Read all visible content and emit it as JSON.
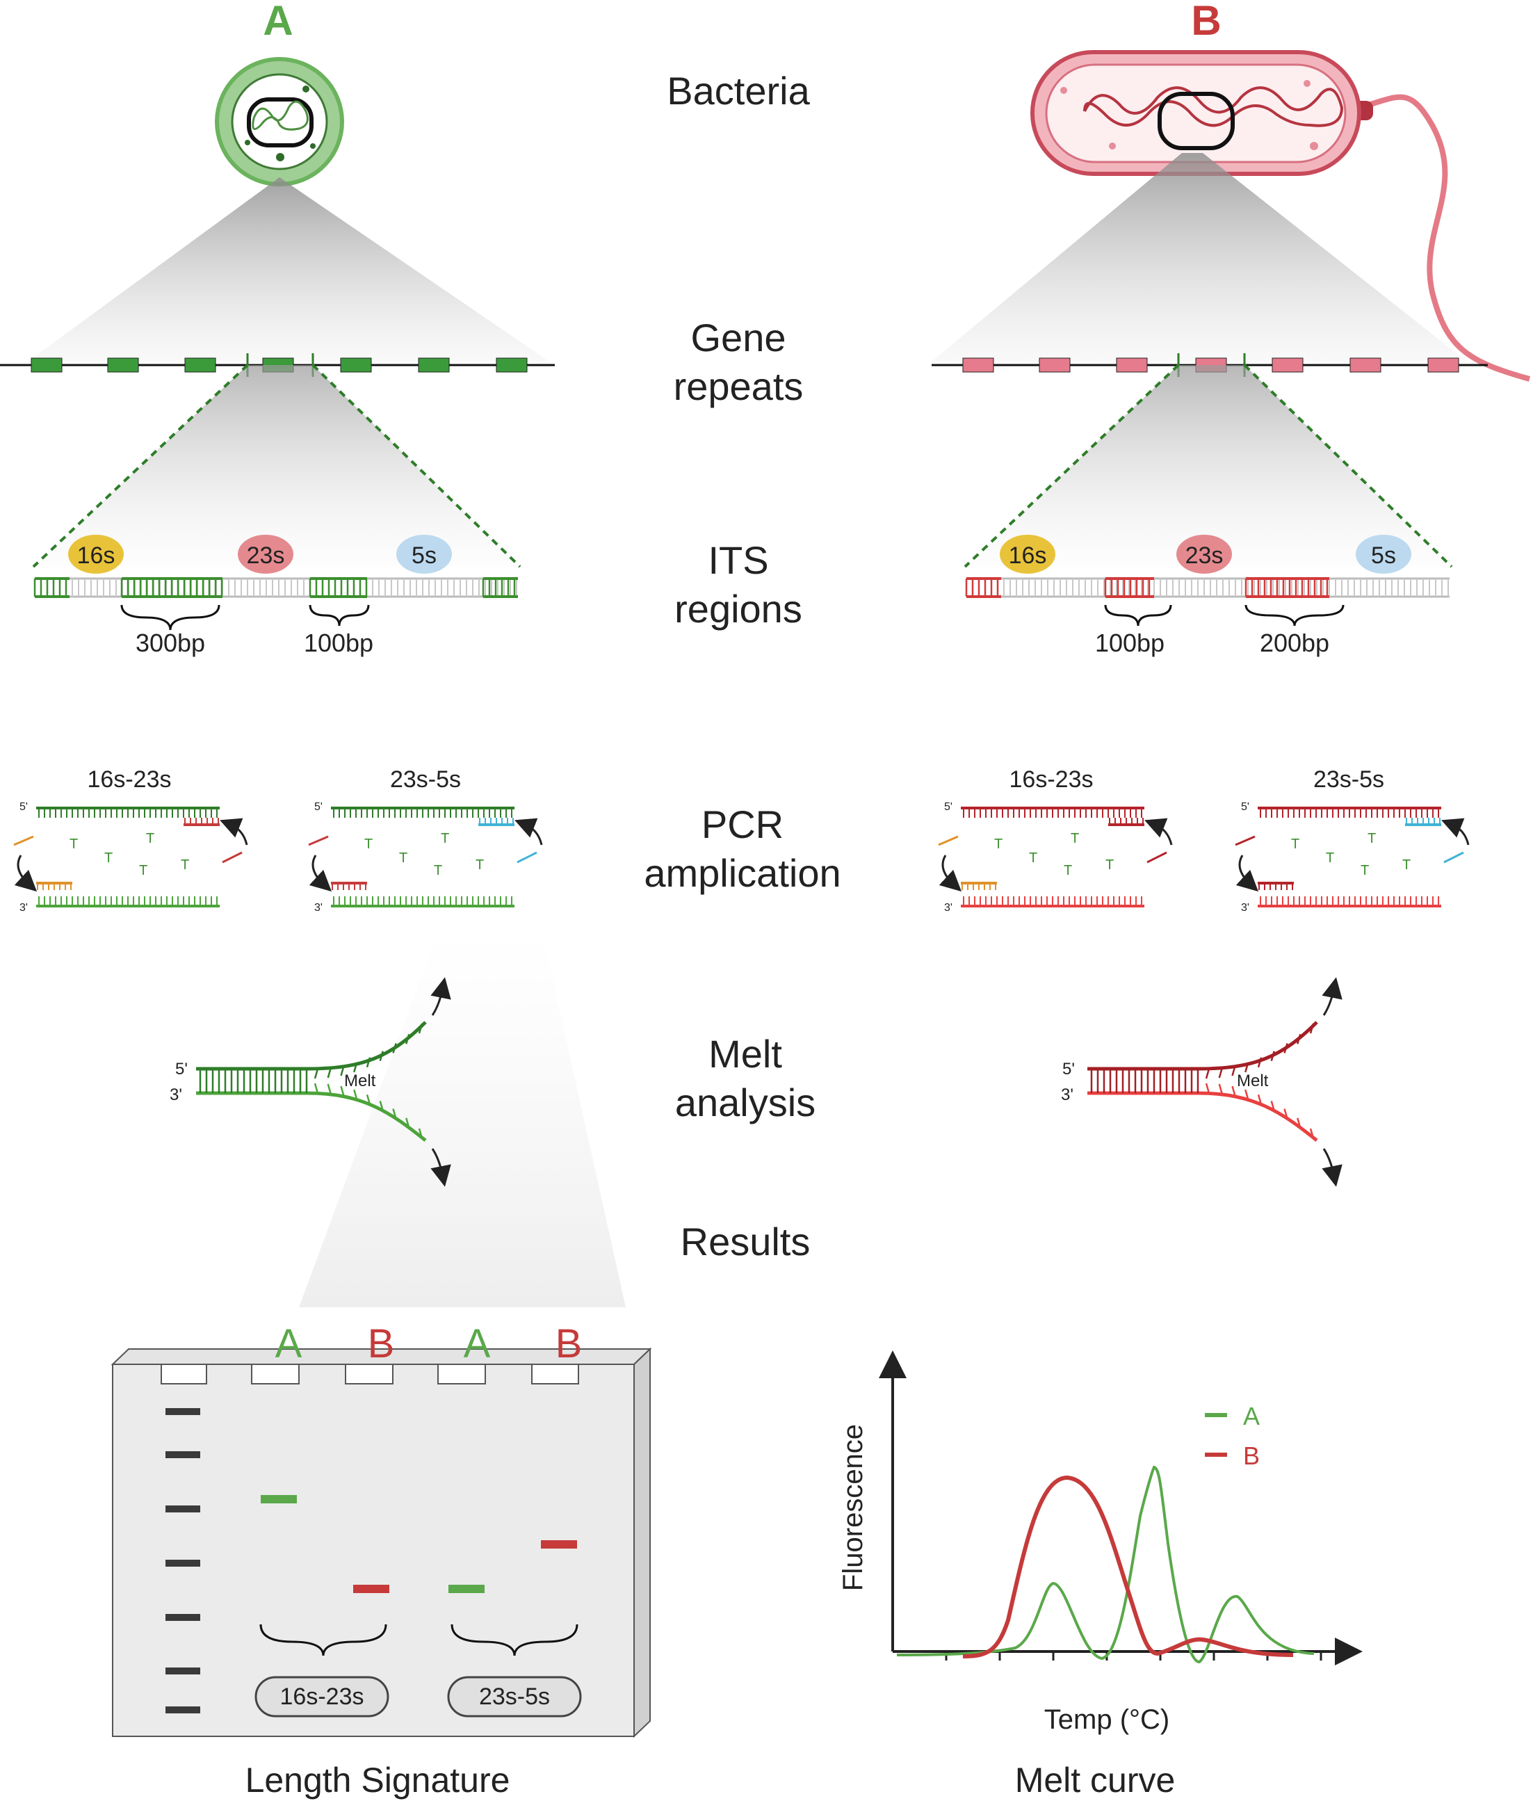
{
  "organisms": {
    "a_label": "A",
    "b_label": "B",
    "a_color": "#5aa84a",
    "b_color": "#c63a3a"
  },
  "stages": {
    "bacteria": "Bacteria",
    "gene_1": "Gene",
    "gene_2": "repeats",
    "its_1": "ITS",
    "its_2": "regions",
    "pcr_1": "PCR",
    "pcr_2": "amplication",
    "melt_1": "Melt",
    "melt_2": "analysis",
    "results": "Results"
  },
  "its_labels": {
    "r16": "16s",
    "r23": "23s",
    "r5": "5s",
    "a_gap1": "300bp",
    "a_gap2": "100bp",
    "b_gap1": "100bp",
    "b_gap2": "200bp"
  },
  "pcr": {
    "a_left_title": "16s-23s",
    "a_right_title": "23s-5s",
    "b_left_title": "16s-23s",
    "b_right_title": "23s-5s",
    "five_prime": "5'",
    "three_prime": "3'"
  },
  "melt": {
    "label": "Melt",
    "five_prime": "5'",
    "three_prime": "3'"
  },
  "gel": {
    "lanes": [
      "A",
      "B",
      "A",
      "B"
    ],
    "group1": "16s-23s",
    "group2": "23s-5s",
    "caption": "Length Signature",
    "ladder_count": 7
  },
  "chart_data": {
    "type": "line",
    "title": "Melt curve",
    "xlabel": "Temp (°C)",
    "ylabel": "Fluorescence",
    "legend": "top-right",
    "series": [
      {
        "name": "A",
        "color": "#5aa84a",
        "peaks": [
          "small",
          "tall",
          "small"
        ]
      },
      {
        "name": "B",
        "color": "#c63a3a",
        "peaks": [
          "tall",
          "small"
        ]
      }
    ]
  }
}
